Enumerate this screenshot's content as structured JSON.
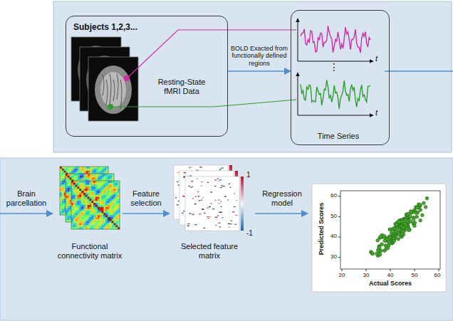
{
  "diagram": {
    "nodes": [
      {
        "text": [
          "Subjects 1,2,3...",
          "Resting-State fMRI Data"
        ]
      },
      {
        "text": [
          "Time Series"
        ]
      }
    ],
    "edges": [
      {
        "from": 0,
        "to": 1,
        "arrow": "to",
        "label": "BOLD Exacted from functionally defined regions"
      }
    ],
    "labels": [
      "⋮",
      "t",
      "t",
      "Brain parcellation",
      "Functional connectivity matrix",
      "Feature selection",
      "Selected feature matrix",
      "1",
      "-1",
      "Regression model",
      "Predicted Scores",
      "Actual Scores",
      "20",
      "30",
      "40",
      "50",
      "60",
      "30",
      "40",
      "50",
      "60"
    ]
  }
}
